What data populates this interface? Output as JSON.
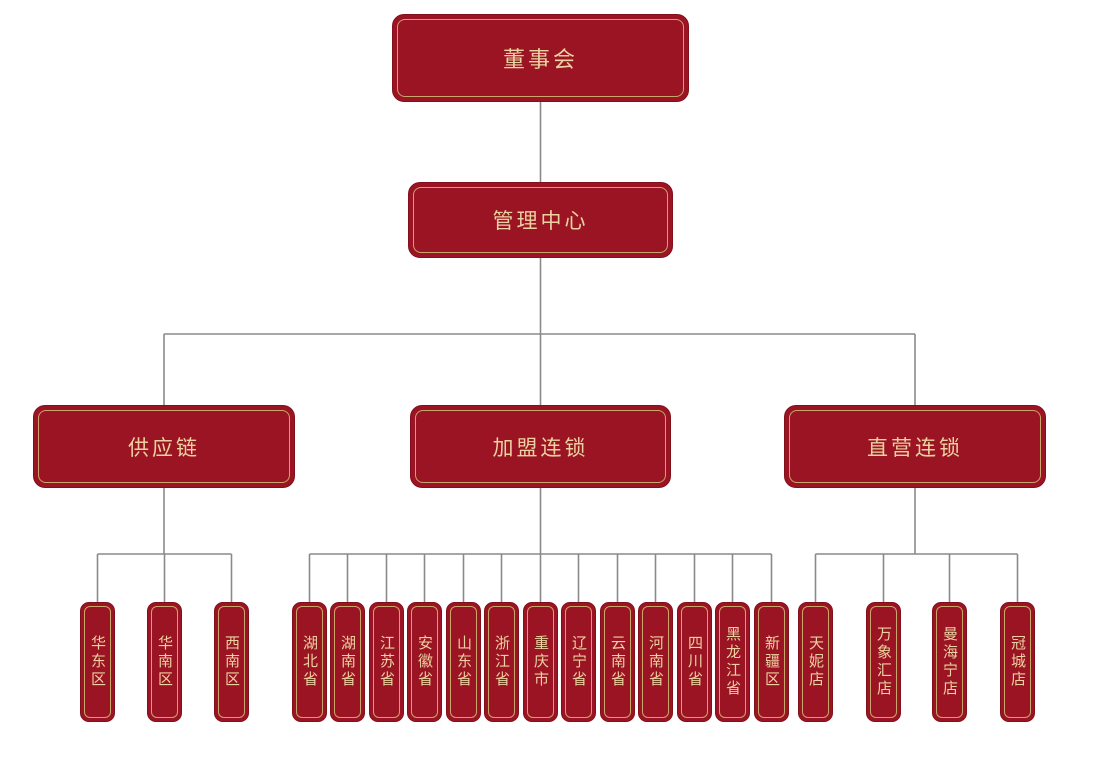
{
  "colors": {
    "box_red": "#9B1423",
    "box_gold_border": "#C9A66B",
    "text_gold": "#EBD2A0",
    "connector_gray": "#8A8A8A",
    "background": "#FFFFFF"
  },
  "org_chart": {
    "root": {
      "label": "董事会"
    },
    "level2": {
      "label": "管理中心"
    },
    "branches": [
      {
        "label": "供应链",
        "children": [
          "华东区",
          "华南区",
          "西南区"
        ]
      },
      {
        "label": "加盟连锁",
        "children": [
          "湖北省",
          "湖南省",
          "江苏省",
          "安徽省",
          "山东省",
          "浙江省",
          "重庆市",
          "辽宁省",
          "云南省",
          "河南省",
          "四川省",
          "黑龙江省",
          "新疆区"
        ]
      },
      {
        "label": "直营连锁",
        "children": [
          "天妮店",
          "万象汇店",
          "曼海宁店",
          "冠城店"
        ]
      }
    ]
  }
}
